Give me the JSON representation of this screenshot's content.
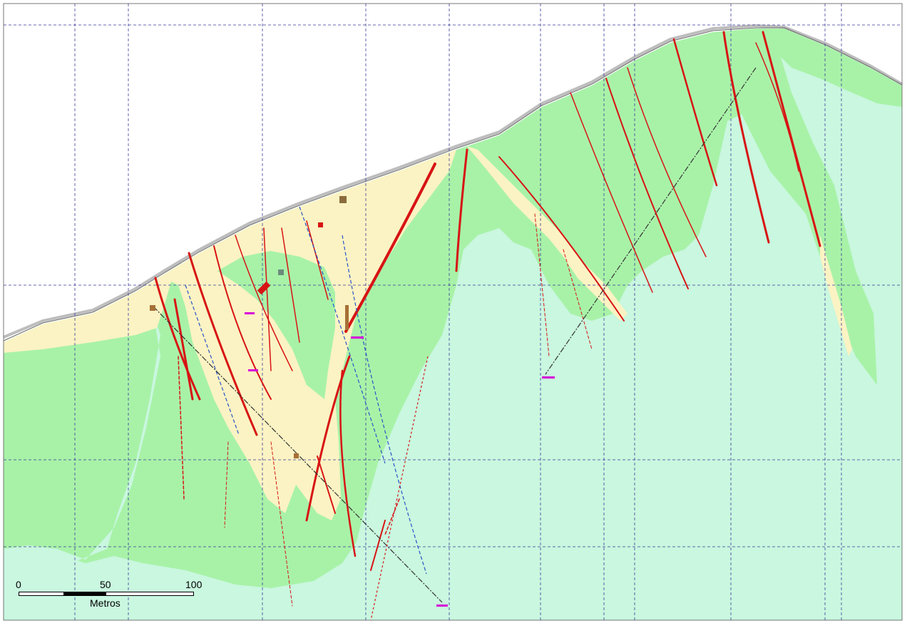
{
  "scale_bar": {
    "labels": [
      "0",
      "50",
      "100"
    ],
    "unit": "Metros"
  },
  "colors": {
    "background_rock": "#c9f7df",
    "green_zone": "#a8f2a8",
    "yellow_zone": "#fbf3c3",
    "vein_red": "#d71414",
    "drillhole_blue": "#2a53c9",
    "gridline": "#3a3a9a",
    "topography_gray": "#c8c8c8"
  }
}
